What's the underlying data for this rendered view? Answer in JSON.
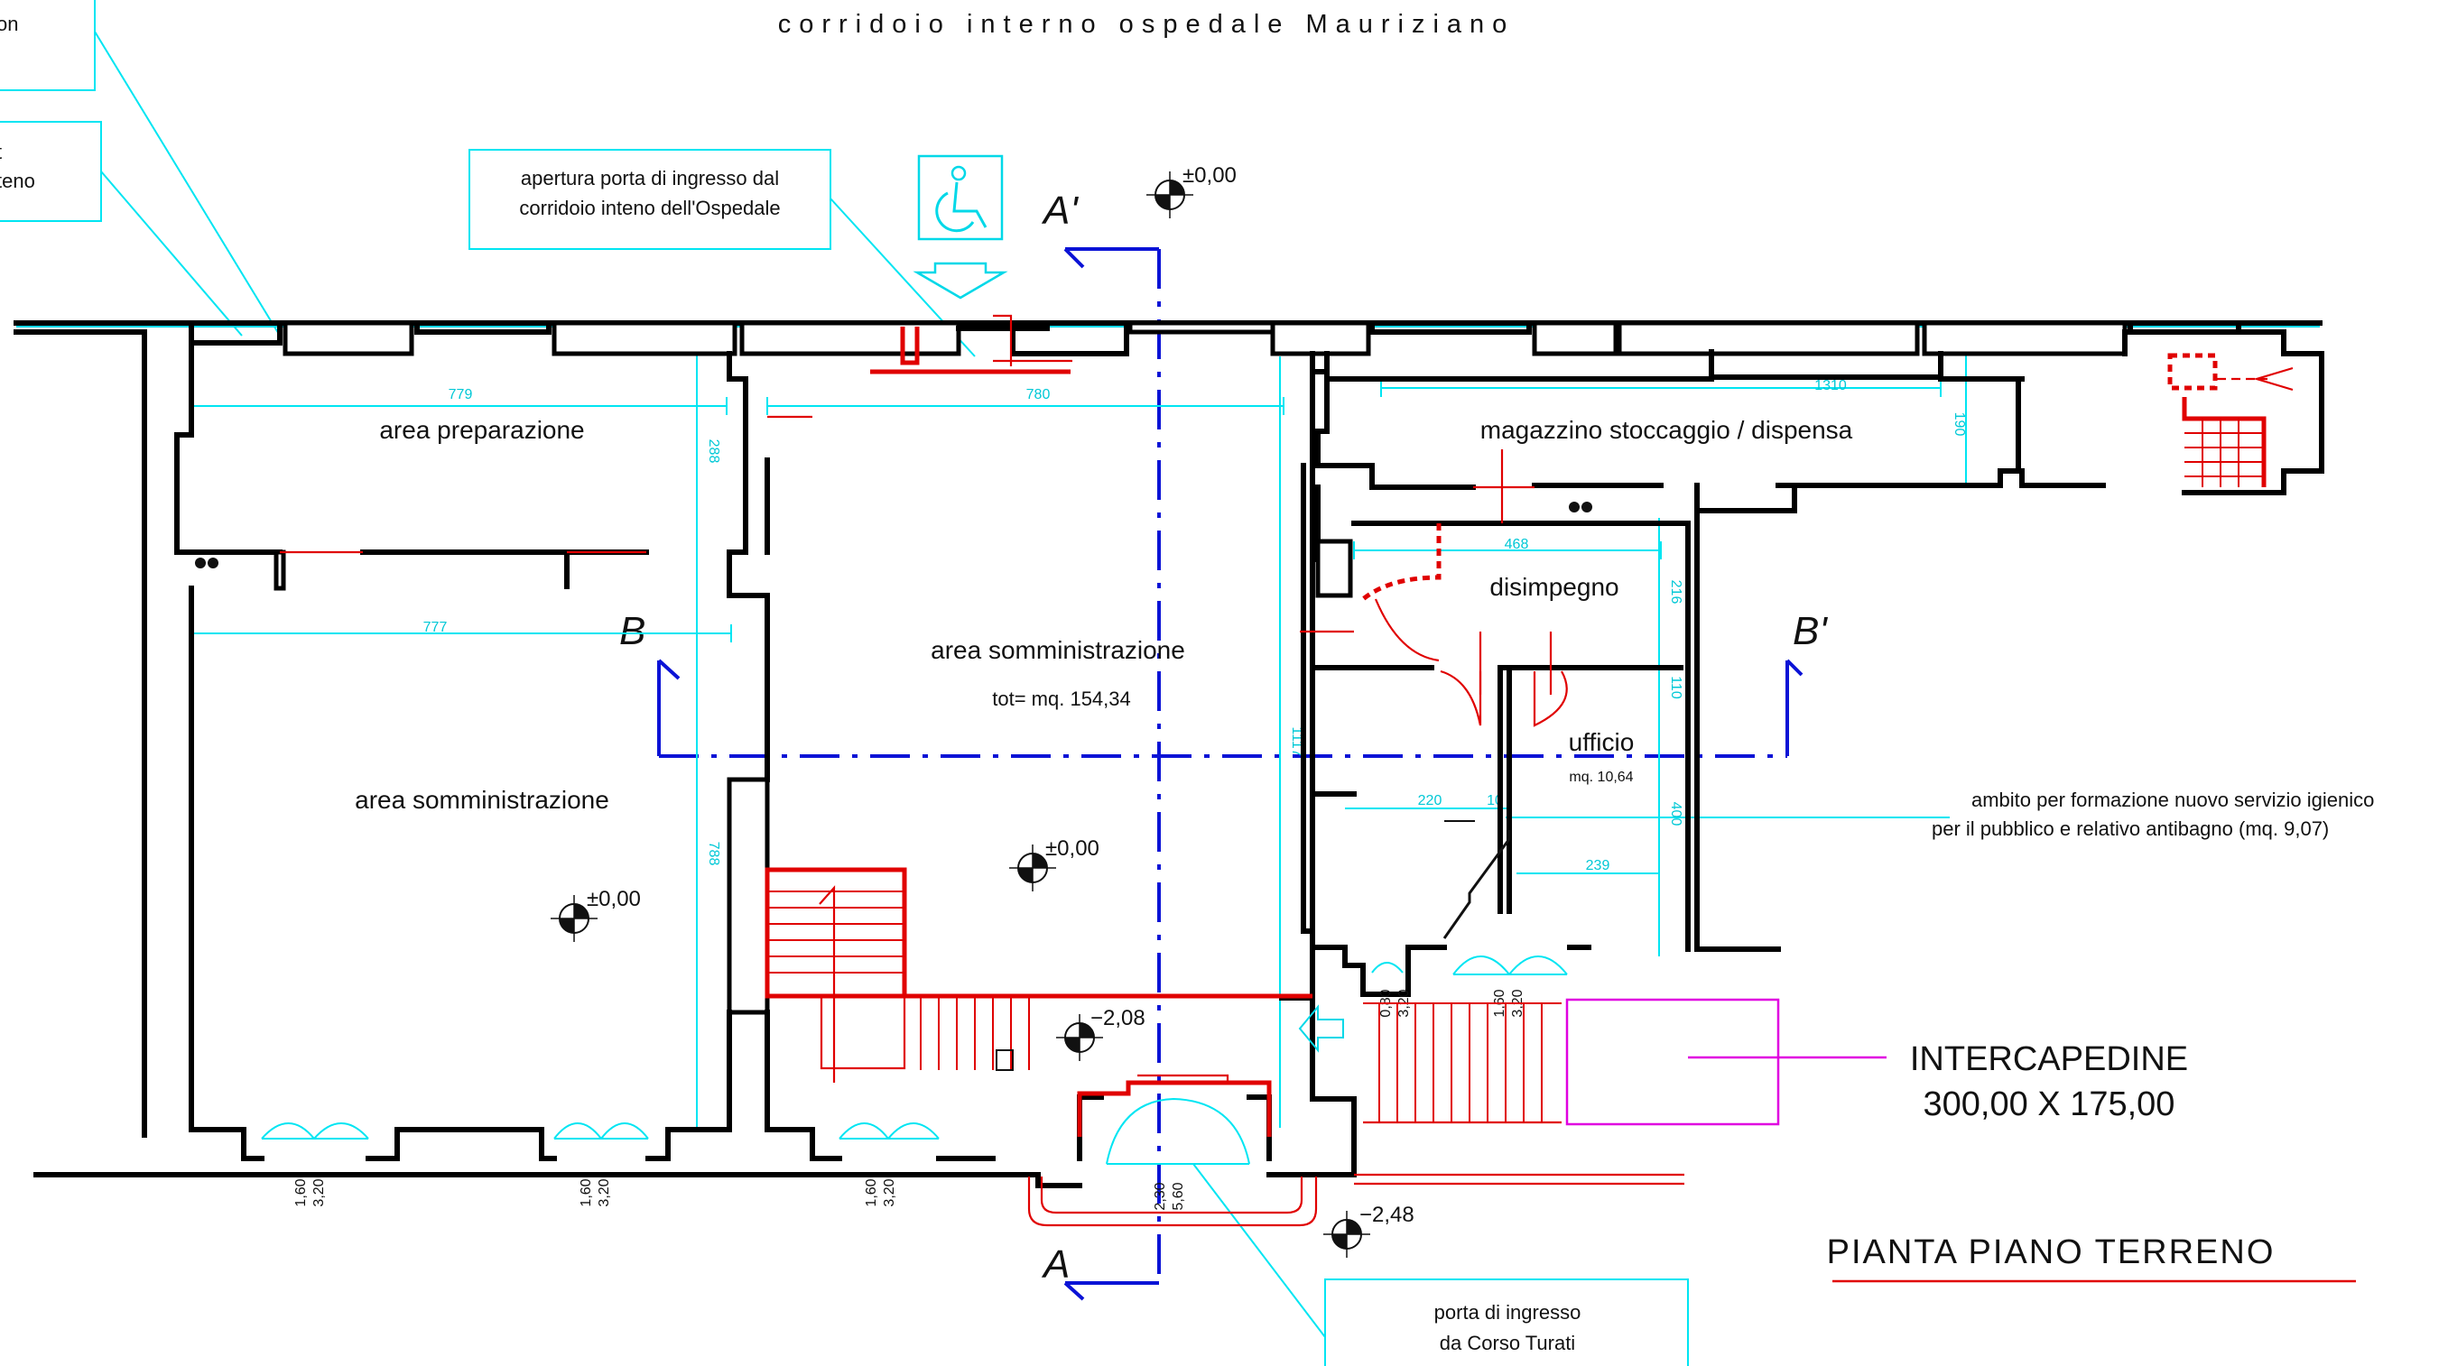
{
  "header": {
    "corridor_title": "corridoio interno ospedale Mauriziano"
  },
  "callouts": {
    "top_left_1": "on",
    "top_left_2": "teno",
    "top_door": [
      "apertura porta di ingresso dal",
      "corridoio inteno dell'Ospedale"
    ],
    "entrance": [
      "porta di ingresso",
      "da Corso Turati"
    ]
  },
  "rooms": {
    "prep": "area preparazione",
    "admin_left": "area somministrazione",
    "admin_center": "area somministrazione",
    "admin_center_total": "tot= mq. 154,34",
    "storage": "magazzino stoccaggio / dispensa",
    "lobby": "disimpegno",
    "office": "ufficio",
    "office_area": "mq. 10,64"
  },
  "notes": {
    "wc_line1": "ambito per formazione nuovo servizio igienico",
    "wc_line2": "per il pubblico e relativo antibagno   (mq. 9,07)",
    "cavity_title": "INTERCAPEDINE",
    "cavity_size": "300,00 X 175,00",
    "plan_title": "PIANTA PIANO TERRENO"
  },
  "sections": {
    "a_top": "A'",
    "a_bottom": "A",
    "b_left": "B",
    "b_right": "B'"
  },
  "levels": {
    "top": "±0,00",
    "center": "±0,00",
    "left": "±0,00",
    "stair": "−2,08",
    "street": "−2,48"
  },
  "dimensions": {
    "prep_width": "779",
    "center_width": "780",
    "prep_height": "288",
    "admin_left_width": "777",
    "admin_left_height": "788",
    "storage_width": "1310",
    "storage_height": "190",
    "lobby_width": "468",
    "lobby_height": "216",
    "office_height": "110",
    "center_height": "1117",
    "office_width": "220",
    "office_wall": "10",
    "wc_height": "400",
    "wc_width": "239"
  },
  "door_sizes": {
    "d1": [
      "1,60",
      "3,20"
    ],
    "d2": [
      "1,60",
      "3,20"
    ],
    "d3": [
      "1,60",
      "3,20"
    ],
    "d4": [
      "2,30",
      "5,60"
    ],
    "d5": [
      "0,80",
      "3,20"
    ],
    "d6": [
      "1,60",
      "3,20"
    ]
  },
  "colors": {
    "walls": "#000000",
    "dimensions": "#00e5f2",
    "stairs": "#e00000",
    "section_lines": "#0b13d6",
    "cavity": "#e000e0"
  },
  "icons": [
    "wheelchair-icon",
    "down-arrow-icon",
    "level-marker-icon",
    "fire-extinguisher-icon"
  ]
}
